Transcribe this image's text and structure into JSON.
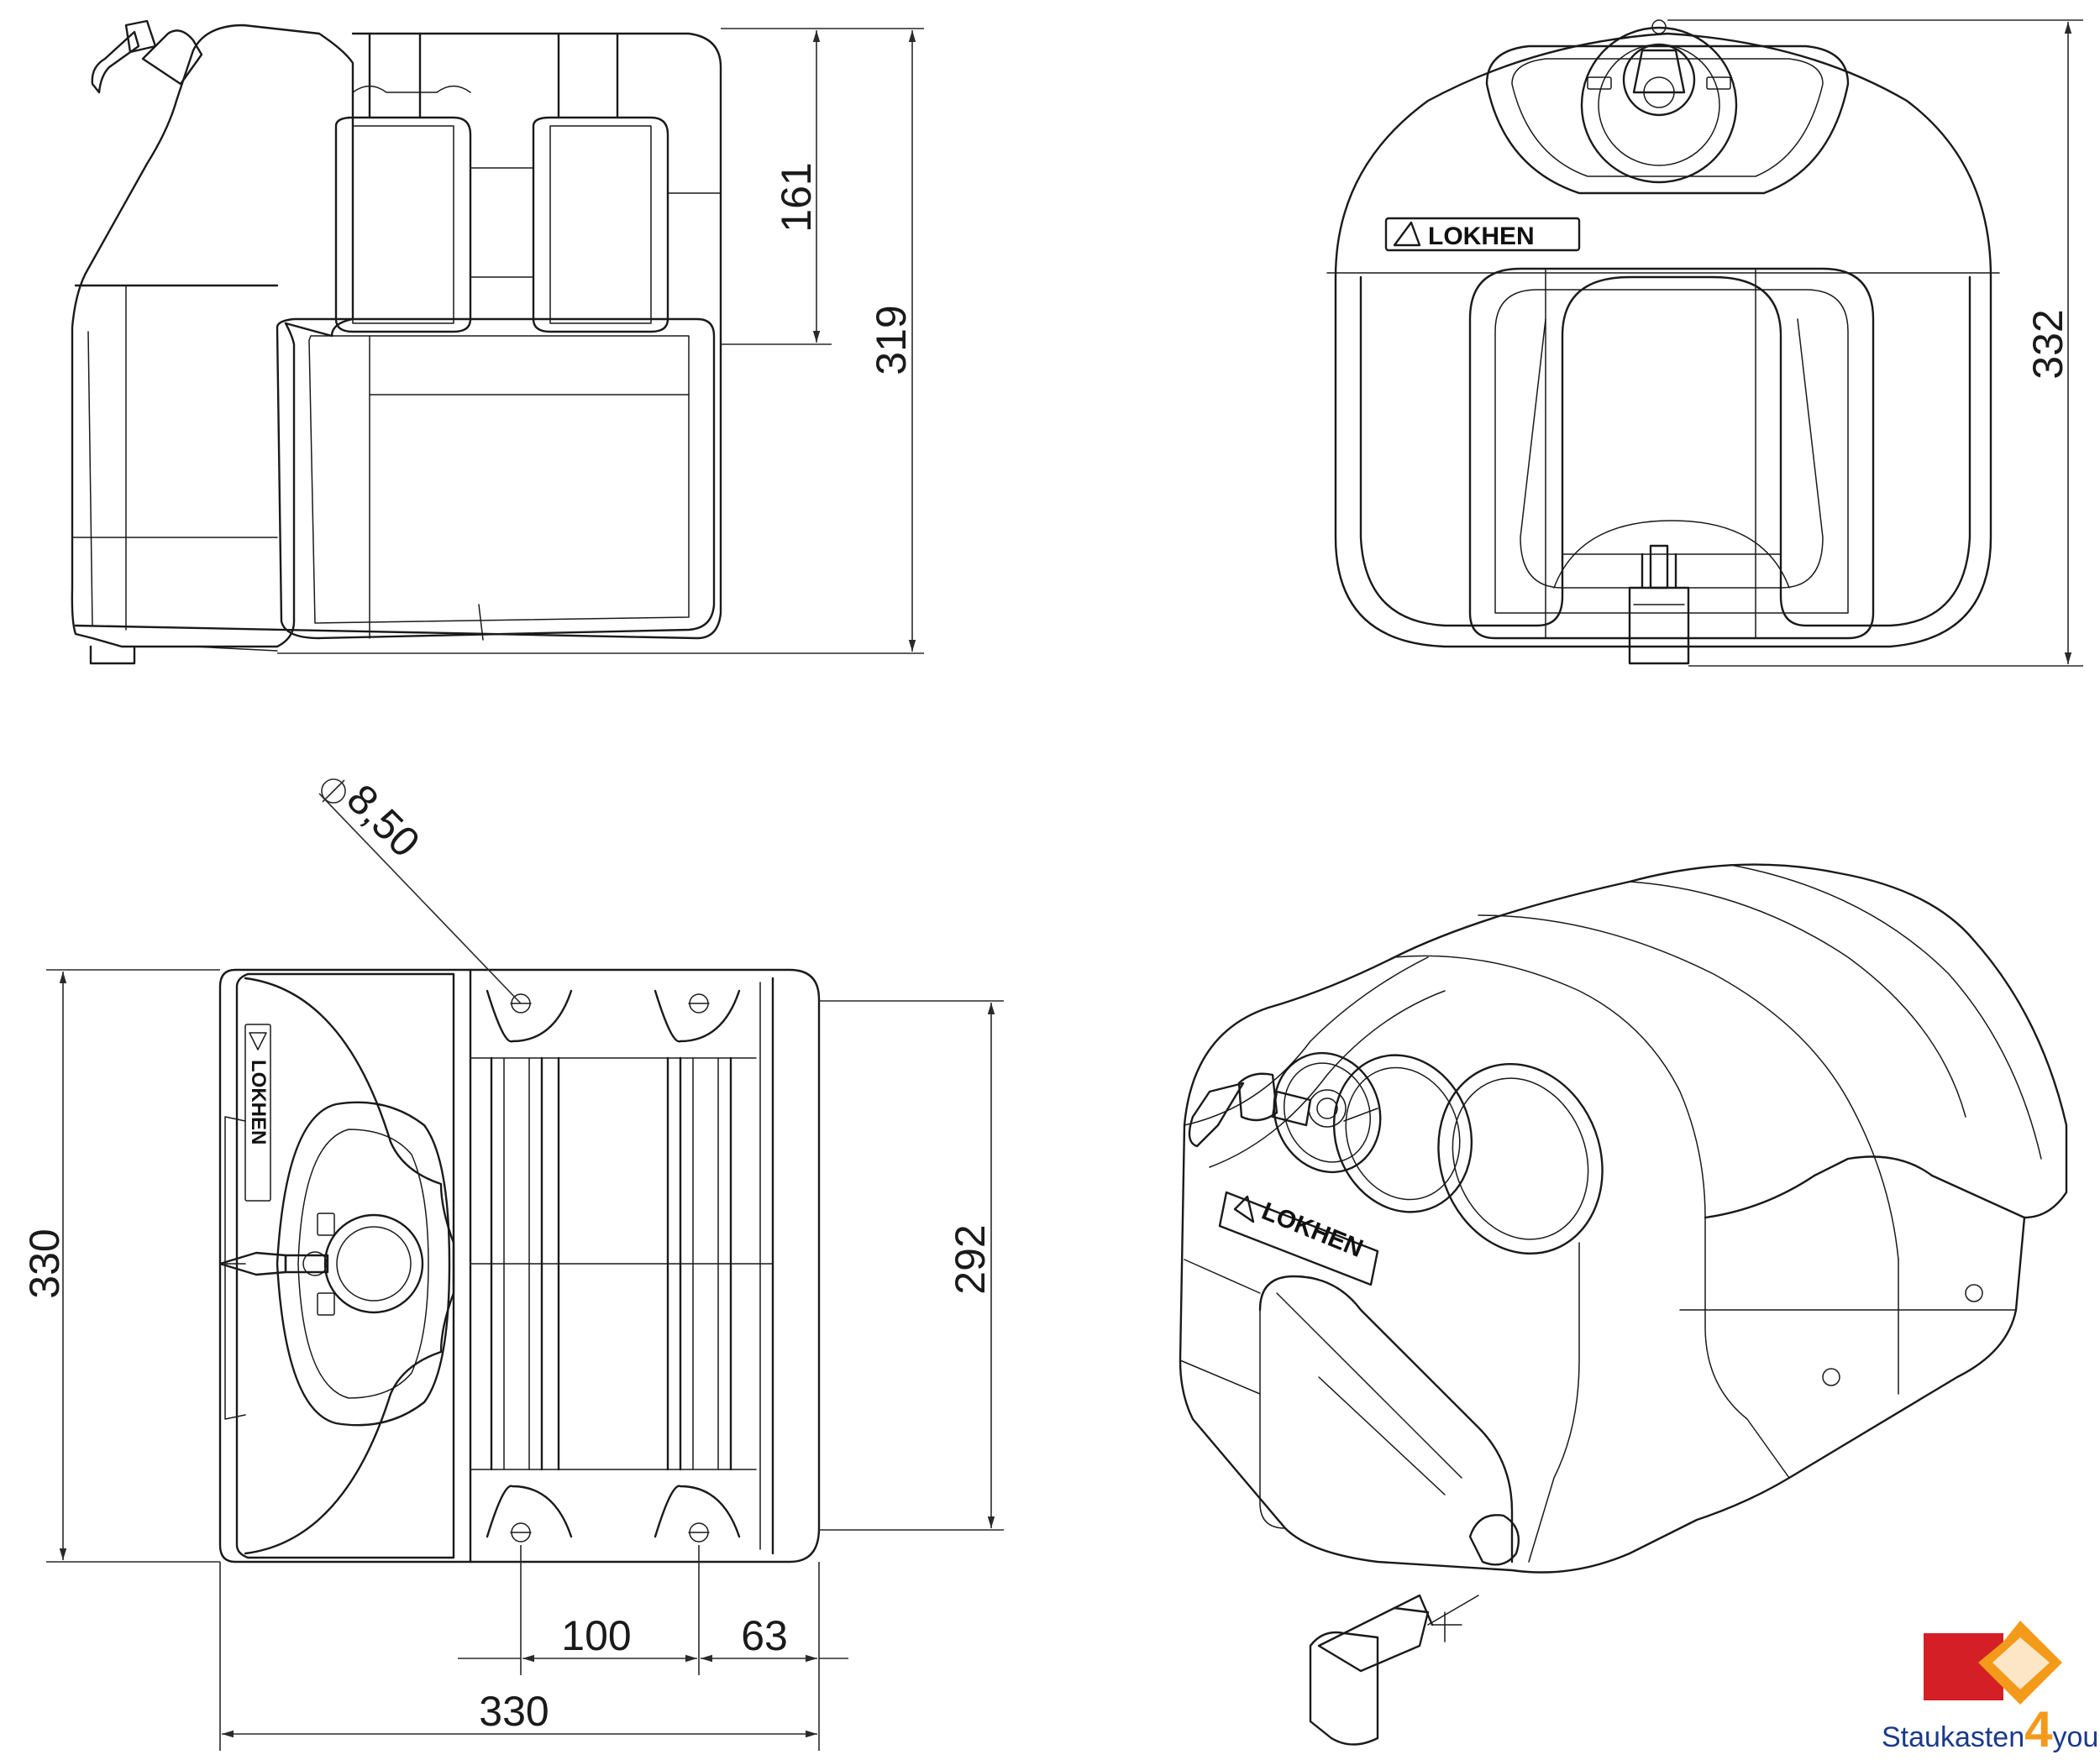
{
  "dimensions": {
    "side_upper": "161",
    "side_total": "319",
    "front_height": "332",
    "top_depth": "330",
    "top_width": "330",
    "top_inner": "292",
    "hole_spacing": "100",
    "hole_edge": "63",
    "hole_diameter": "8,50"
  },
  "brand": {
    "front_label": "LOKHEN",
    "top_label": "LOKHEN",
    "iso_label": "LOKHEN"
  },
  "logo": {
    "text_before": "Staukasten",
    "number": "4",
    "text_after": "you",
    "colors": {
      "red": "#d41f26",
      "orange": "#f39a1b",
      "blue": "#1a3a8a"
    }
  }
}
